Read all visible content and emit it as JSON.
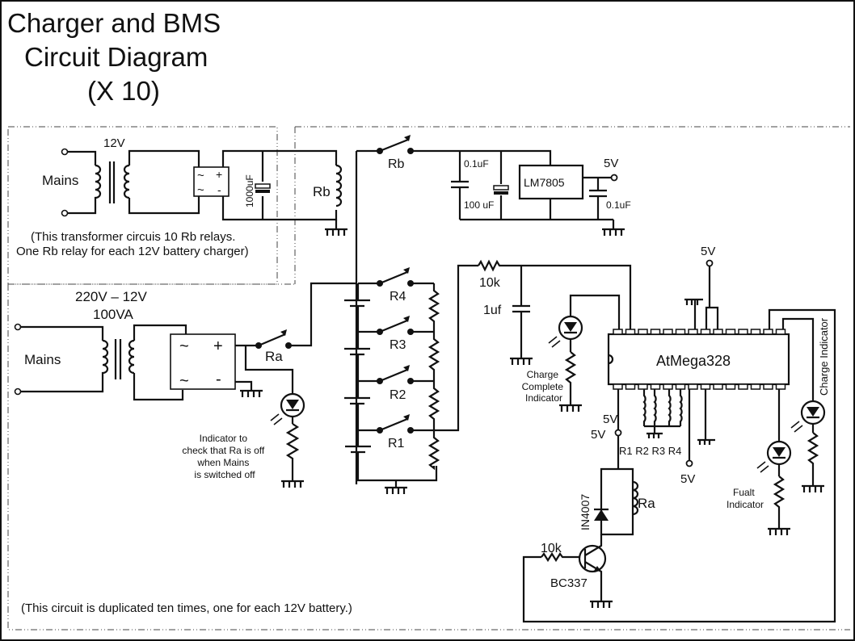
{
  "title": {
    "line1": "Charger and BMS",
    "line2": "Circuit Diagram",
    "line3": "(X 10)"
  },
  "colors": {
    "ink": "#111111",
    "background": "#ffffff",
    "border_dash": "#444444"
  },
  "rb_supply": {
    "input_label": "Mains",
    "transformer_label": "12V",
    "capacitor_label": "1000uF",
    "rectifier": {
      "ac1": "~",
      "ac2": "~",
      "pos": "+",
      "neg": "-"
    },
    "relay_coil_label": "Rb",
    "note_line1": "(This transformer circuis 10 Rb relays.",
    "note_line2": "One Rb relay for each 12V battery charger)"
  },
  "regulator": {
    "switch_label": "Rb",
    "cap_in_label": "0.1uF",
    "cap_bulk_label": "100 uF",
    "ic_label": "LM7805",
    "output_label": "5V",
    "cap_out_label": "0.1uF"
  },
  "charger": {
    "transformer_label_line1": "220V – 12V",
    "transformer_label_line2": "100VA",
    "input_label": "Mains",
    "rectifier": {
      "ac1": "~",
      "ac2": "~",
      "pos": "+",
      "neg": "-"
    },
    "relay_switch_label": "Ra",
    "indicator_note": [
      "Indicator to",
      "check that Ra is off",
      "when Mains",
      "is switched off"
    ]
  },
  "battery_stack": {
    "relays": [
      "R4",
      "R3",
      "R2",
      "R1"
    ]
  },
  "sense": {
    "resistor_label": "10k",
    "capacitor_label": "1uf",
    "charge_complete_note": [
      "Charge",
      "Complete",
      "Indicator"
    ]
  },
  "mcu": {
    "label": "AtMega328",
    "vcc_top_label": "5V",
    "relay_labels": "R1 R2 R3 R4",
    "vcc_bottom_label": "5V",
    "charge_indicator_label": "Charge Indicator",
    "fault_note": [
      "Fualt",
      "Indicator"
    ]
  },
  "relay_driver": {
    "vcc_label_a": "5V",
    "vcc_label_b": "5V",
    "coil_label": "Ra",
    "diode_label": "IN4007",
    "resistor_label": "10k",
    "transistor_label": "BC337"
  },
  "footer_note": "(This circuit is duplicated ten times, one for each 12V battery.)"
}
